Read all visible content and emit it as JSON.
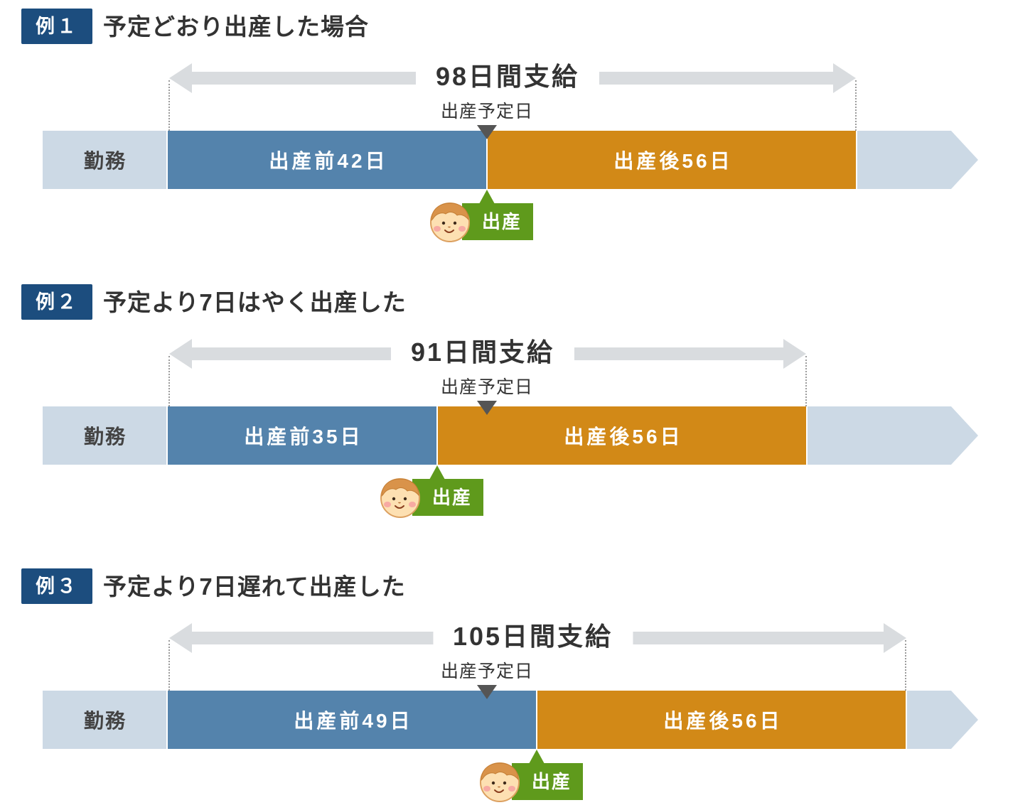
{
  "colors": {
    "badge": "#1c4d7e",
    "arrow": "#d9dcdf",
    "work": "#ccd9e5",
    "before": "#5483ac",
    "after": "#d28917",
    "birth": "#5f9a1c",
    "marker": "#555555"
  },
  "examples": [
    {
      "badge": "例１",
      "title": "予定どおり出産した場合",
      "total": "98日間支給",
      "due_label": "出産予定日",
      "work_label": "勤務",
      "before_label": "出産前42日",
      "after_label": "出産後56日",
      "birth_label": "出産"
    },
    {
      "badge": "例２",
      "title": "予定より7日はやく出産した",
      "total": "91日間支給",
      "due_label": "出産予定日",
      "work_label": "勤務",
      "before_label": "出産前35日",
      "after_label": "出産後56日",
      "birth_label": "出産"
    },
    {
      "badge": "例３",
      "title": "予定より7日遅れて出産した",
      "total": "105日間支給",
      "due_label": "出産予定日",
      "work_label": "勤務",
      "before_label": "出産前49日",
      "after_label": "出産後56日",
      "birth_label": "出産"
    }
  ]
}
